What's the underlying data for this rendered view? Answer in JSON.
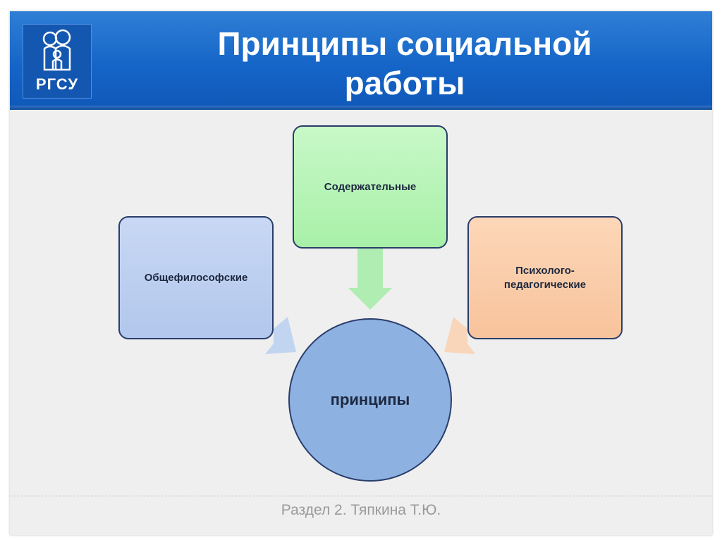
{
  "header": {
    "title_line1": "Принципы социальной",
    "title_line2": "работы",
    "logo_text": "РГСУ"
  },
  "diagram": {
    "center": "принципы",
    "left": "Общефилософские",
    "top": "Содержательные",
    "right_line1": "Психолого-",
    "right_line2": "педагогические"
  },
  "footer": {
    "text": "Раздел 2. Тяпкина Т.Ю."
  },
  "colors": {
    "header_blue": "#1565c8",
    "box_blue": "#b8cdef",
    "box_green": "#b6f4b6",
    "box_orange": "#fbcba8",
    "circle_fill": "#8db2e2",
    "outline": "#2a3d6b"
  }
}
